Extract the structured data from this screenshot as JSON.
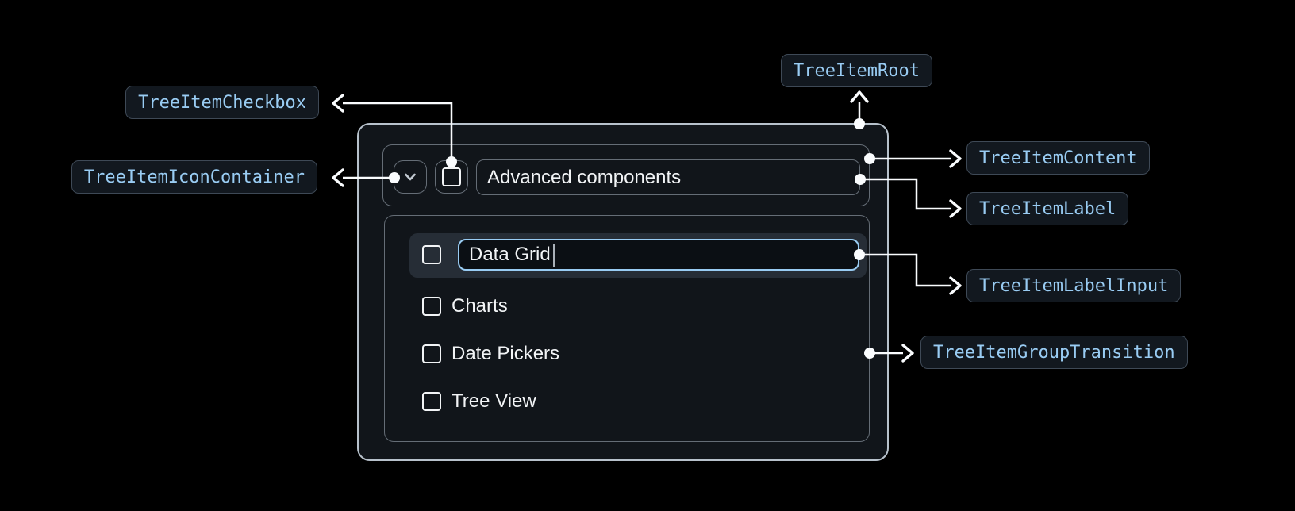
{
  "tree": {
    "parent": {
      "label": "Advanced components",
      "expanded": true,
      "checked": false
    },
    "label_input": {
      "value": "Data Grid"
    },
    "children": [
      {
        "label": "Data Grid",
        "checked": false,
        "editing": true
      },
      {
        "label": "Charts",
        "checked": false
      },
      {
        "label": "Date Pickers",
        "checked": false
      },
      {
        "label": "Tree View",
        "checked": false
      }
    ]
  },
  "annotations": {
    "root": {
      "label": "TreeItemRoot"
    },
    "checkbox": {
      "label": "TreeItemCheckbox"
    },
    "icon_container": {
      "label": "TreeItemIconContainer"
    },
    "content": {
      "label": "TreeItemContent"
    },
    "item_label": {
      "label": "TreeItemLabel"
    },
    "label_input": {
      "label": "TreeItemLabelInput"
    },
    "group_transition": {
      "label": "TreeItemGroupTransition"
    }
  },
  "colors": {
    "page_bg": "#000000",
    "surface_bg": "#11151a",
    "root_border": "#b7c1cb",
    "inner_border": "#656d76",
    "row_highlight": "#262d36",
    "input_bg": "#0b0f14",
    "input_border": "#99ccf3",
    "annotation_bg": "#12181f",
    "annotation_border": "#3e4956",
    "annotation_text": "#99ccf3",
    "text": "#f2f4f6",
    "connector": "#fafcfe"
  }
}
